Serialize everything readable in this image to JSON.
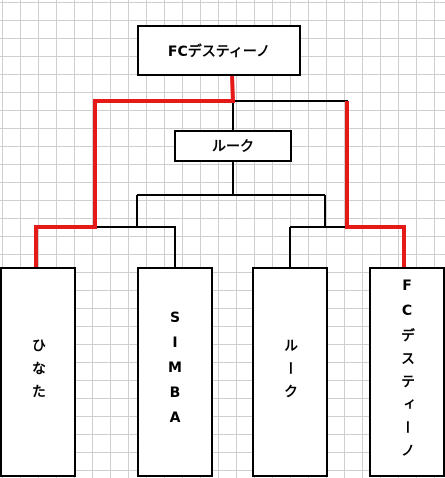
{
  "colors": {
    "line": "#000000",
    "winner_path": "#e61919",
    "grid": "#cfcfcf"
  },
  "bracket": {
    "champion": "FCデスティーノ",
    "semifinal_winner": "ルーク",
    "teams": [
      "ひなた",
      "SIMBA",
      "ルーク",
      "FCデスティーノ"
    ]
  }
}
